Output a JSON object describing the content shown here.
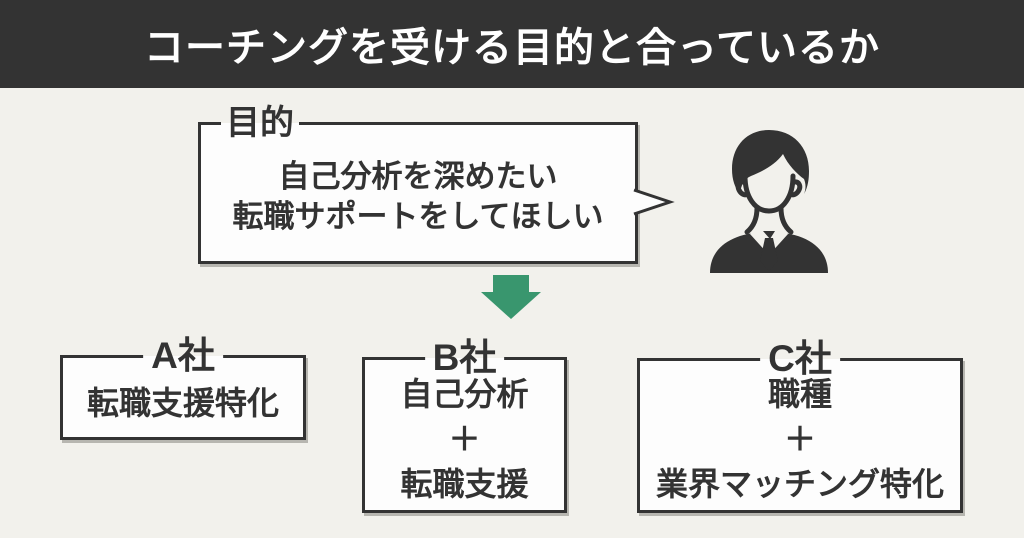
{
  "header": {
    "title": "コーチングを受ける目的と合っているか"
  },
  "bubble": {
    "label": "目的",
    "lines": [
      "自己分析を深めたい",
      "転職サポートをしてほしい"
    ]
  },
  "companies": [
    {
      "name": "A社",
      "lines": [
        "転職支援特化"
      ]
    },
    {
      "name": "B社",
      "lines": [
        "自己分析",
        "＋",
        "転職支援"
      ]
    },
    {
      "name": "C社",
      "lines": [
        "職種",
        "＋",
        "業界マッチング特化"
      ]
    }
  ],
  "icons": {
    "person": "businessman-silhouette",
    "arrow": "down-arrow"
  },
  "colors": {
    "background": "#f2f1ec",
    "header_bg": "#333333",
    "header_text": "#ffffff",
    "box_fill": "#fdfdfd",
    "border": "#333333",
    "text": "#333333",
    "arrow_green": "#39966e"
  }
}
